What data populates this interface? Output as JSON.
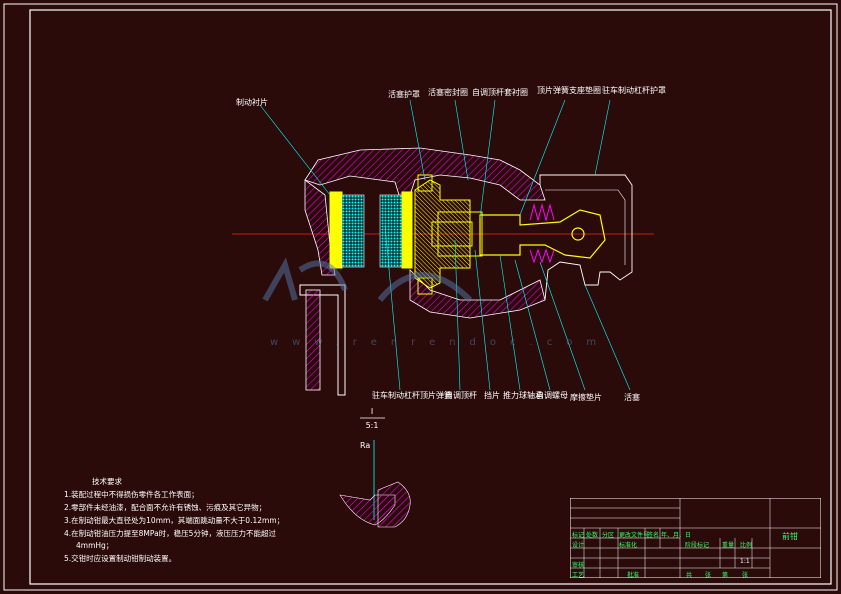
{
  "drawing": {
    "callouts_top": [
      "活塞护罩",
      "活塞密封圈",
      "自调顶杆套衬圈",
      "顶片弹簧支座垫圈",
      "驻车制动杠杆护罩"
    ],
    "callouts_left": [
      "制动衬片"
    ],
    "callouts_bottom": [
      "驻车制动杠杆顶片弹簧",
      "自调顶杆",
      "挡片",
      "推力球轴承",
      "自调螺母",
      "摩擦垫片",
      "活塞"
    ],
    "watermark_text": "www.renrendoc.com",
    "section_mark": "I",
    "section_scale": "5:1",
    "detail_label": "Ra"
  },
  "notes": {
    "title": "技术要求",
    "items": [
      "1.装配过程中不得损伤零件各工作表面；",
      "2.零部件未经油漆，配合面不允许有锈蚀、污痕及其它异物；",
      "3.在制动钳最大直径处为10mm，其端面跳动量不大于0.12mm；",
      "4.在制动钳油压力提至8MPa时，稳压5分钟，液压压力不能超过",
      "5.交钳时应设置制动钳制动装置。"
    ],
    "item4_cont": "4mmHg；"
  },
  "title_block": {
    "drawing_name": "前钳",
    "cells_green": [
      "标记",
      "处数",
      "分区",
      "更改文件号",
      "签名",
      "年、月、日",
      "阶段标记",
      "重量",
      "比例"
    ],
    "cells_green2": [
      "设计",
      "标准化",
      "审核",
      "工艺",
      "批准"
    ],
    "scale_value": "1:1",
    "sheet_text": [
      "共",
      "张",
      "第",
      "张"
    ]
  },
  "colors": {
    "background": "#2b0a0a",
    "yellow": "#ffff00",
    "magenta": "#ff00ff",
    "cyan": "#00ffff",
    "white": "#ffffff",
    "red": "#ff2020",
    "green": "#33ff66"
  }
}
